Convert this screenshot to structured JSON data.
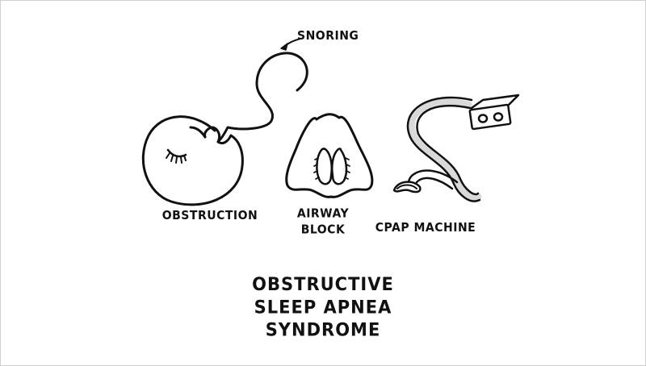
{
  "labels": {
    "snoring": "SNORING",
    "obstruction": "OBSTRUCTION",
    "airway_line1": "AIRWAY",
    "airway_line2": "BLOCK",
    "cpap": "CPAP MACHINE"
  },
  "title": {
    "line1": "OBSTRUCTIVE",
    "line2": "SLEEP APNEA",
    "line3": "SYNDROME"
  },
  "colors": {
    "ink": "#111111",
    "background": "#ffffff",
    "tube_shade": "#d9d9d9"
  }
}
